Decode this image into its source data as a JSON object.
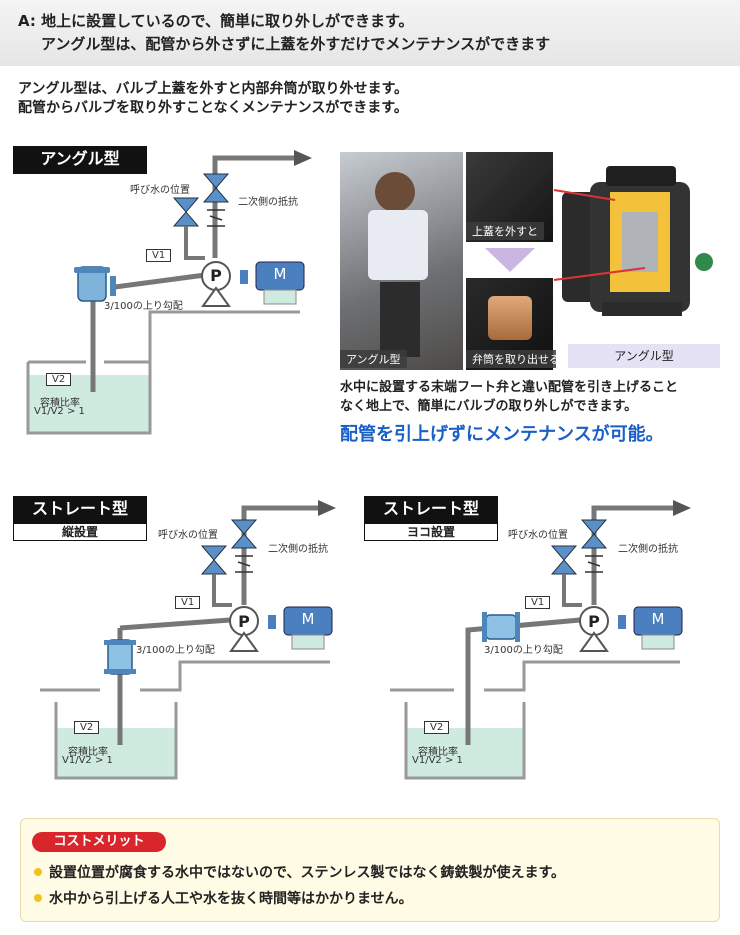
{
  "header": {
    "line1": "A: 地上に設置しているので、簡単に取り外しができます。",
    "line2": "アングル型は、配管から外さずに上蓋を外すだけでメンテナンスができます"
  },
  "intro": {
    "line1": "アングル型は、バルブ上蓋を外すと内部弁筒が取り外せます。",
    "line2": "配管からバルブを取り外すことなくメンテナンスができます。"
  },
  "angle": {
    "label": "アングル型",
    "priming_label": "呼び水の位置",
    "resistance_label": "二次側の抵抗",
    "v1": "V1",
    "v2": "V2",
    "pump": "P",
    "motor": "M",
    "slope": "3/100の上り勾配",
    "ratio_label": "容積比率",
    "ratio": "V1/V2 > 1"
  },
  "photos": {
    "cap1": "アングル型",
    "cap2": "上蓋を外すと",
    "cap3": "弁筒を取り出せる",
    "cap4": "アングル型"
  },
  "angle_desc": {
    "line1": "水中に設置する末端フート弁と違い配管を引き上げること",
    "line2": "なく地上で、簡単にバルブの取り外しができます。",
    "highlight": "配管を引上げずにメンテナンスが可能。"
  },
  "straight_v": {
    "label": "ストレート型",
    "sub": "縦設置",
    "priming_label": "呼び水の位置",
    "resistance_label": "二次側の抵抗",
    "v1": "V1",
    "v2": "V2",
    "pump": "P",
    "motor": "M",
    "slope": "3/100の上り勾配",
    "ratio_label": "容積比率",
    "ratio": "V1/V2 > 1"
  },
  "straight_h": {
    "label": "ストレート型",
    "sub": "ヨコ設置",
    "priming_label": "呼び水の位置",
    "resistance_label": "二次側の抵抗",
    "v1": "V1",
    "v2": "V2",
    "pump": "P",
    "motor": "M",
    "slope": "3/100の上り勾配",
    "ratio_label": "容積比率",
    "ratio": "V1/V2 > 1"
  },
  "merit": {
    "title": "コストメリット",
    "items": [
      "設置位置が腐食する水中ではないので、ステンレス製ではなく鋳鉄製が使えます。",
      "水中から引上げる人工や水を抜く時間等はかかりません。"
    ]
  },
  "colors": {
    "pipe": "#777777",
    "valve": "#5b8fc7",
    "water": "#cfeadf",
    "motor": "#4a80c0",
    "accent_blue": "#1a5fc7",
    "merit_red": "#d9262c"
  }
}
